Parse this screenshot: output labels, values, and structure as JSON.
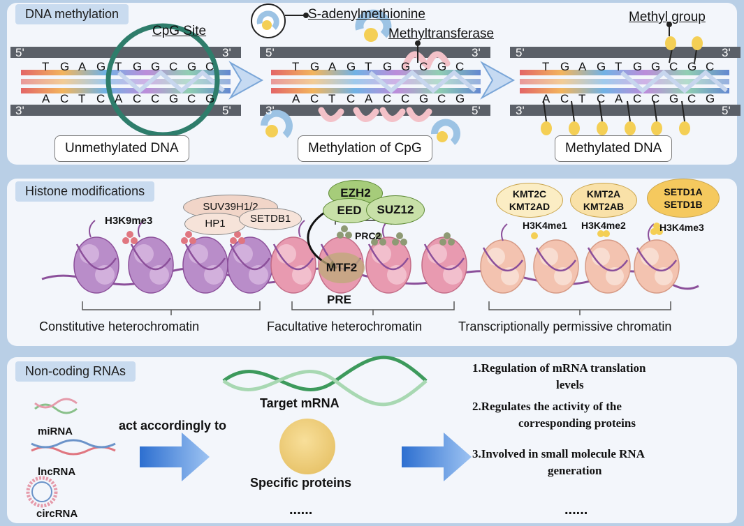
{
  "sections": {
    "dna": {
      "title": "DNA methylation"
    },
    "histone": {
      "title": "Histone modifications"
    },
    "ncrna": {
      "title": "Non-coding RNAs"
    }
  },
  "dna": {
    "cpg_site": "CpG Site",
    "sam": "S-adenylmethionine",
    "methyltransferase": "Methyltransferase",
    "methyl_group": "Methyl group",
    "end5": "5'",
    "end3": "3'",
    "top_bases": [
      "T",
      "G",
      "A",
      "G",
      "T",
      "G",
      "G",
      "C",
      "G",
      "C"
    ],
    "bottom_bases": [
      "A",
      "C",
      "T",
      "C",
      "A",
      "C",
      "C",
      "G",
      "C",
      "G"
    ],
    "captions": [
      "Unmethylated DNA",
      "Methylation of CpG",
      "Methylated DNA"
    ]
  },
  "histone": {
    "h3k9me3": "H3K9me3",
    "suv": "SUV39H1/2",
    "hp1": "HP1",
    "setdb1": "SETDB1",
    "ezh2": "EZH2",
    "eed": "EED",
    "suz12": "SUZ12",
    "prc2": "PRC2",
    "mtf2": "MTF2",
    "pre": "PRE",
    "kmt2c": "KMT2C",
    "kmt2ad": "KMT2AD",
    "kmt2a": "KMT2A",
    "kmt2ab": "KMT2AB",
    "setd1a": "SETD1A",
    "setd1b": "SETD1B",
    "h3k4me1": "H3K4me1",
    "h3k4me2": "H3K4me2",
    "h3k4me3": "H3K4me3",
    "regions": [
      "Constitutive heterochromatin",
      "Facultative heterochromatin",
      "Transcriptionally permissive chromatin"
    ]
  },
  "ncrna": {
    "types": [
      "miRNA",
      "lncRNA",
      "circRNA"
    ],
    "act": "act accordingly to",
    "target": "Target mRNA",
    "proteins": "Specific proteins",
    "mid_ellipsis": "......",
    "outcomes": [
      "1.Regulation of mRNA translation",
      "levels",
      "2.Regulates the activity of the",
      "corresponding proteins",
      "3.Involved in small molecule RNA",
      "generation"
    ],
    "end_ellipsis": "......"
  },
  "colors": {
    "background": "#b9cfe6",
    "panel": "#f3f6fb",
    "cpg_circle": "#2e7d6b",
    "heterochromatin": "#b98dc9",
    "facultative": "#e89ab0",
    "permissive": "#f3c3b0",
    "arrow": "#4a7fd0"
  }
}
